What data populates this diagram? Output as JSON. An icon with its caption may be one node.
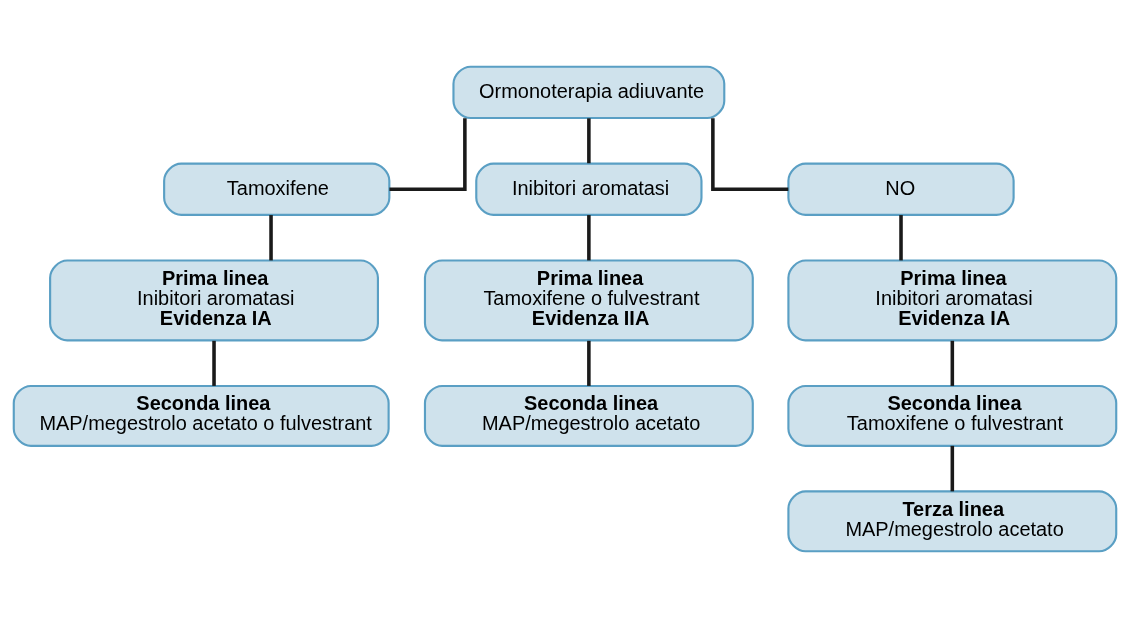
{
  "diagram": {
    "nodes": [
      {
        "text": [
          "Ormonoterapia adiuvante"
        ]
      },
      {
        "text": [
          "Tamoxifene"
        ]
      },
      {
        "text": [
          "Inibitori aromatasi"
        ]
      },
      {
        "text": [
          "NO"
        ]
      },
      {
        "text": [
          "Prima linea",
          "Inibitori aromatasi",
          "Evidenza IA"
        ]
      },
      {
        "text": [
          "Prima linea",
          "Tamoxifene o fulvestrant",
          "Evidenza IIA"
        ]
      },
      {
        "text": [
          "Prima linea",
          "Inibitori aromatasi",
          "Evidenza IA"
        ]
      },
      {
        "text": [
          "Seconda linea",
          "MAP/megestrolo acetato o fulvestrant"
        ]
      },
      {
        "text": [
          "Seconda linea",
          "MAP/megestrolo acetato"
        ]
      },
      {
        "text": [
          "Seconda linea",
          "Tamoxifene o fulvestrant"
        ]
      },
      {
        "text": [
          "Terza linea",
          "MAP/megestrolo acetato"
        ]
      }
    ],
    "edges": [
      {
        "from": 0,
        "to": 1,
        "arrow": "none"
      },
      {
        "from": 0,
        "to": 2,
        "arrow": "none"
      },
      {
        "from": 0,
        "to": 3,
        "arrow": "none"
      },
      {
        "from": 1,
        "to": 4,
        "arrow": "none"
      },
      {
        "from": 4,
        "to": 7,
        "arrow": "none"
      },
      {
        "from": 2,
        "to": 5,
        "arrow": "none"
      },
      {
        "from": 5,
        "to": 8,
        "arrow": "none"
      },
      {
        "from": 3,
        "to": 6,
        "arrow": "none"
      },
      {
        "from": 6,
        "to": 9,
        "arrow": "none"
      },
      {
        "from": 9,
        "to": 10,
        "arrow": "none"
      }
    ]
  }
}
